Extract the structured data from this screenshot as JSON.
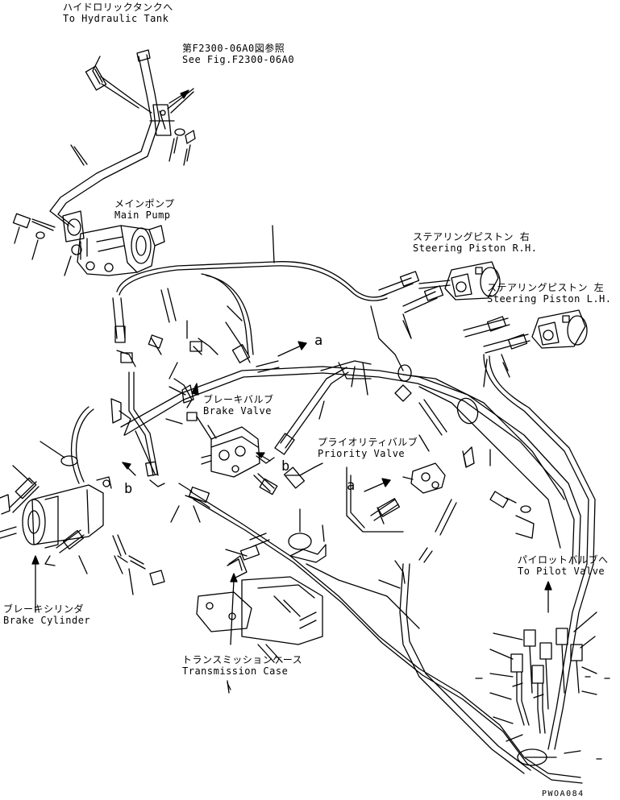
{
  "labels": {
    "hydraulic_tank": {
      "jp": "ハイドロリックタンクへ",
      "en": "To Hydraulic Tank"
    },
    "see_fig": {
      "jp": "第F2300-06A0図参照",
      "en": "See Fig.F2300-06A0"
    },
    "main_pump": {
      "jp": "メインポンプ",
      "en": "Main Pump"
    },
    "steering_rh": {
      "jp": "ステアリングピストン 右",
      "en": "Steering Piston R.H."
    },
    "steering_lh": {
      "jp": "ステアリングピストン 左",
      "en": "Steering Piston L.H."
    },
    "brake_valve": {
      "jp": "ブレーキバルブ",
      "en": "Brake Valve"
    },
    "priority_valve": {
      "jp": "プライオリティバルブ",
      "en": "Priority Valve"
    },
    "pilot_valve": {
      "jp": "パイロットバルブへ",
      "en": "To Pilot Valve"
    },
    "brake_cylinder": {
      "jp": "ブレーキシリンダ",
      "en": "Brake Cylinder"
    },
    "transmission_case": {
      "jp": "トランスミッションケース",
      "en": "Transmission Case"
    }
  },
  "callouts": {
    "a_upper": "a",
    "b_left": "b",
    "b_center": "b",
    "a_lower": "a"
  },
  "drawing_code": "PWOA084"
}
